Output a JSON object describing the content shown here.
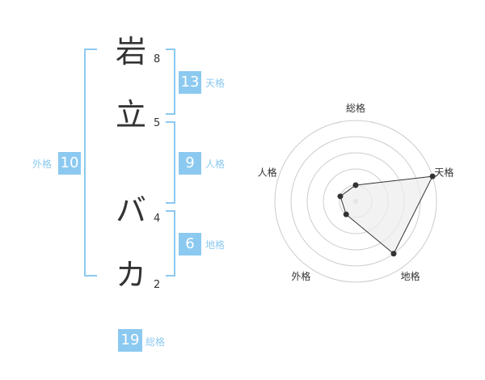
{
  "name_chars": [
    {
      "char": "岩",
      "strokes": "8"
    },
    {
      "char": "立",
      "strokes": "5"
    },
    {
      "char": "バ",
      "strokes": "4"
    },
    {
      "char": "カ",
      "strokes": "2"
    }
  ],
  "fortunes": {
    "tenkaku": {
      "value": "13",
      "label": "天格"
    },
    "jinkaku": {
      "value": "9",
      "label": "人格"
    },
    "chikaku": {
      "value": "6",
      "label": "地格"
    },
    "gaikaku": {
      "value": "10",
      "label": "外格"
    },
    "soukaku": {
      "value": "19",
      "label": "総格"
    }
  },
  "colors": {
    "accent": "#8cc9f0",
    "text": "#333333",
    "radar_fill": "#eeeeee",
    "radar_grid": "#cccccc"
  },
  "chart_data": {
    "type": "radar",
    "axes": [
      "総格",
      "天格",
      "地格",
      "外格",
      "人格"
    ],
    "values": [
      1,
      5,
      4,
      1,
      1
    ],
    "max": 5,
    "rings": 5
  }
}
